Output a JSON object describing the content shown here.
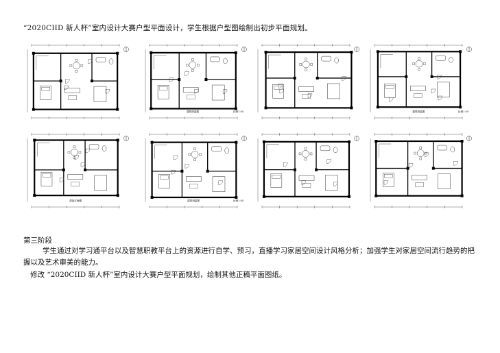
{
  "caption": "“2020CIID 新人杯”室内设计大赛户型平面设计，学生根据户型图绘制出初步平面规划。",
  "plans": [
    {
      "label": "",
      "scale": ""
    },
    {
      "label": "建筑测量图",
      "scale": "比例1:50"
    },
    {
      "label": "",
      "scale": ""
    },
    {
      "label": "建筑测量图",
      "scale": "比例1:50"
    },
    {
      "label": "原始平面图",
      "scale": ""
    },
    {
      "label": "建筑测量图",
      "scale": "比例1:50"
    },
    {
      "label": "",
      "scale": ""
    },
    {
      "label": "",
      "scale": ""
    }
  ],
  "section_title": "第三阶段",
  "paragraph": "学生通过对学习通平台以及智慧职教平台上的资源进行自学、预习，直播学习家居空间设计风格分析；加强学生对家居空间流行趋势的把握以及艺术审美的能力。",
  "revise": "修改 “2020CIID 新人杯”室内设计大赛户型平面规划，绘制其他正稿平面图纸。"
}
